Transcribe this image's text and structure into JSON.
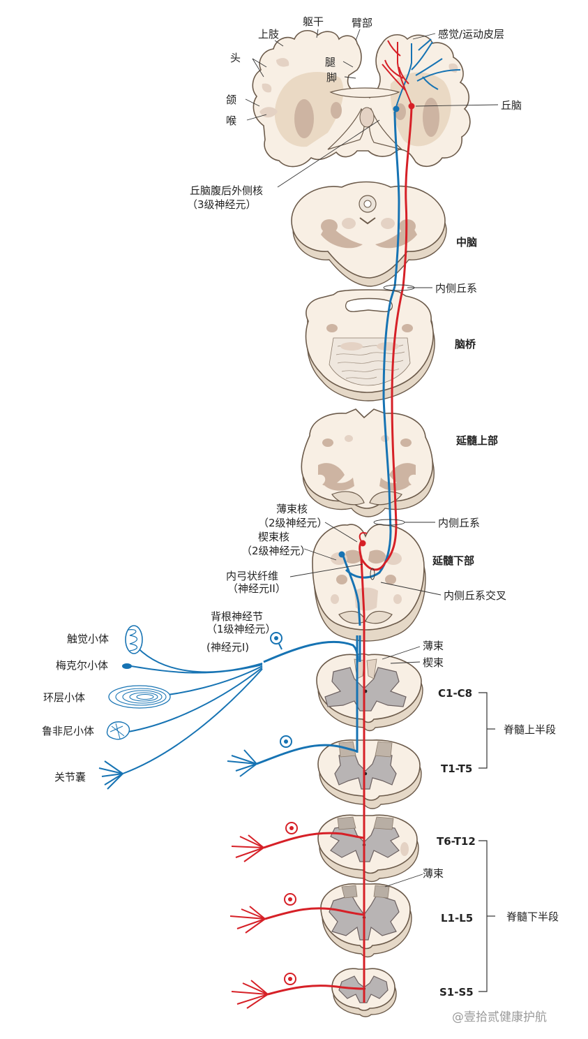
{
  "colors": {
    "first_order_upper": "#1673b3",
    "first_order_lower": "#d62027",
    "tissue": "#f8efe4",
    "grey_matter": "#b8b4b4"
  },
  "cortex_labels": {
    "trunk": "躯干",
    "arm": "臂部",
    "upper_limb": "上肢",
    "head": "头",
    "leg": "腿",
    "foot": "脚",
    "jaw": "颌",
    "throat": "喉",
    "cortex": "感觉/运动皮层",
    "thalamus": "丘脑",
    "vpl_nucleus": "丘脑腹后外侧核",
    "vpl_order": "（3级神经元）"
  },
  "levels": {
    "midbrain": "中脑",
    "pons": "脑桥",
    "upper_medulla": "延髓上部",
    "lower_medulla": "延髓下部"
  },
  "medulla_labels": {
    "medial_lemniscus_1": "内侧丘系",
    "medial_lemniscus_2": "内侧丘系",
    "gracile_nucleus": "薄束核",
    "gracile_order": "（2级神经元）",
    "cuneate_nucleus": "楔束核",
    "cuneate_order": "（2级神经元）",
    "internal_arcuate": "内弓状纤维",
    "internal_arcuate_order": "（神经元II）",
    "decussation": "内侧丘系交叉"
  },
  "ganglion_labels": {
    "drg": "背根神经节",
    "drg_order": "（1级神经元）",
    "neuron_1": "(神经元I)"
  },
  "receptors": {
    "meissner": "触觉小体",
    "merkel": "梅克尔小体",
    "pacinian": "环层小体",
    "ruffini": "鲁非尼小体",
    "joint_capsule": "关节囊"
  },
  "spinal_labels": {
    "fasciculus_gracilis_1": "薄束",
    "fasciculus_cuneatus": "楔束",
    "fasciculus_gracilis_2": "薄束",
    "c1_c8": "C1-C8",
    "t1_t5": "T1-T5",
    "t6_t12": "T6-T12",
    "l1_l5": "L1-L5",
    "s1_s5": "S1-S5",
    "upper_cord": "脊髓上半段",
    "lower_cord": "脊髓下半段"
  },
  "watermark": "@壹拾贰健康护航"
}
